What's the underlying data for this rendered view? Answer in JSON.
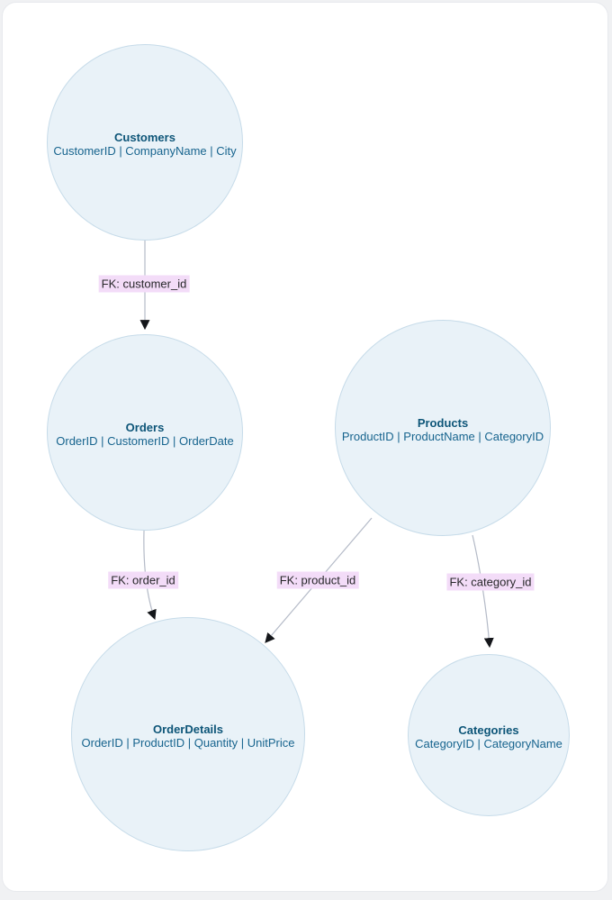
{
  "diagram": {
    "type": "entity-relationship-graph",
    "nodes": [
      {
        "id": "customers",
        "title": "Customers",
        "attributes": "CustomerID | CompanyName | City"
      },
      {
        "id": "orders",
        "title": "Orders",
        "attributes": "OrderID | CustomerID | OrderDate"
      },
      {
        "id": "products",
        "title": "Products",
        "attributes": "ProductID | ProductName | CategoryID"
      },
      {
        "id": "orderdetails",
        "title": "OrderDetails",
        "attributes": "OrderID | ProductID | Quantity | UnitPrice"
      },
      {
        "id": "categories",
        "title": "Categories",
        "attributes": "CategoryID | CategoryName"
      }
    ],
    "edges": [
      {
        "from": "Customers",
        "to": "Orders",
        "label": "FK: customer_id"
      },
      {
        "from": "Orders",
        "to": "OrderDetails",
        "label": "FK: order_id"
      },
      {
        "from": "Products",
        "to": "OrderDetails",
        "label": "FK: product_id"
      },
      {
        "from": "Products",
        "to": "Categories",
        "label": "FK: category_id"
      }
    ],
    "colors": {
      "node_fill": "#e9f2f8",
      "node_border": "#c6dbe9",
      "node_title_text": "#0d5578",
      "node_attr_text": "#17648e",
      "edge_line": "#b4bac7",
      "arrowhead": "#14161a",
      "edge_label_bg": "#f3dcf8",
      "edge_label_text": "#27272a",
      "card_bg": "#ffffff",
      "page_bg": "#f0f1f3"
    }
  }
}
